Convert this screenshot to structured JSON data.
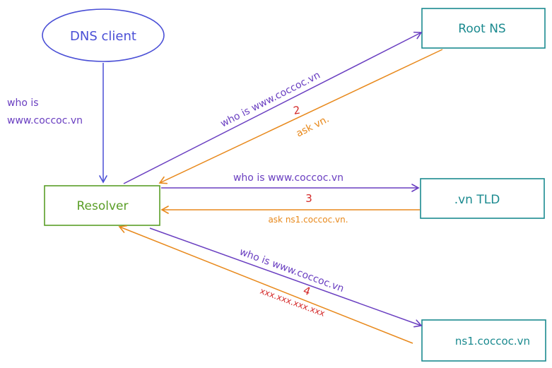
{
  "nodes": {
    "dns_client": "DNS client",
    "resolver": "Resolver",
    "root_ns": "Root NS",
    "vn_tld": ".vn TLD",
    "ns1": "ns1.coccoc.vn"
  },
  "labels": {
    "client_query_line1": "who is",
    "client_query_line2": "www.coccoc.vn",
    "query_root": "who is www.coccoc.vn",
    "step_2": "2",
    "answer_root": "ask vn.",
    "query_tld": "who is www.coccoc.vn",
    "step_3": "3",
    "answer_tld": "ask ns1.coccoc.vn.",
    "query_ns1": "who is www.coccoc.vn",
    "step_4": "4",
    "answer_ns1": "xxx.xxx.xxx.xxx"
  },
  "colors": {
    "client": "#4a4fd6",
    "server": "#1b8a8f",
    "resolver": "#5a9e27",
    "query": "#6a3fc1",
    "answer": "#e8891c",
    "step": "#d42a2a"
  }
}
